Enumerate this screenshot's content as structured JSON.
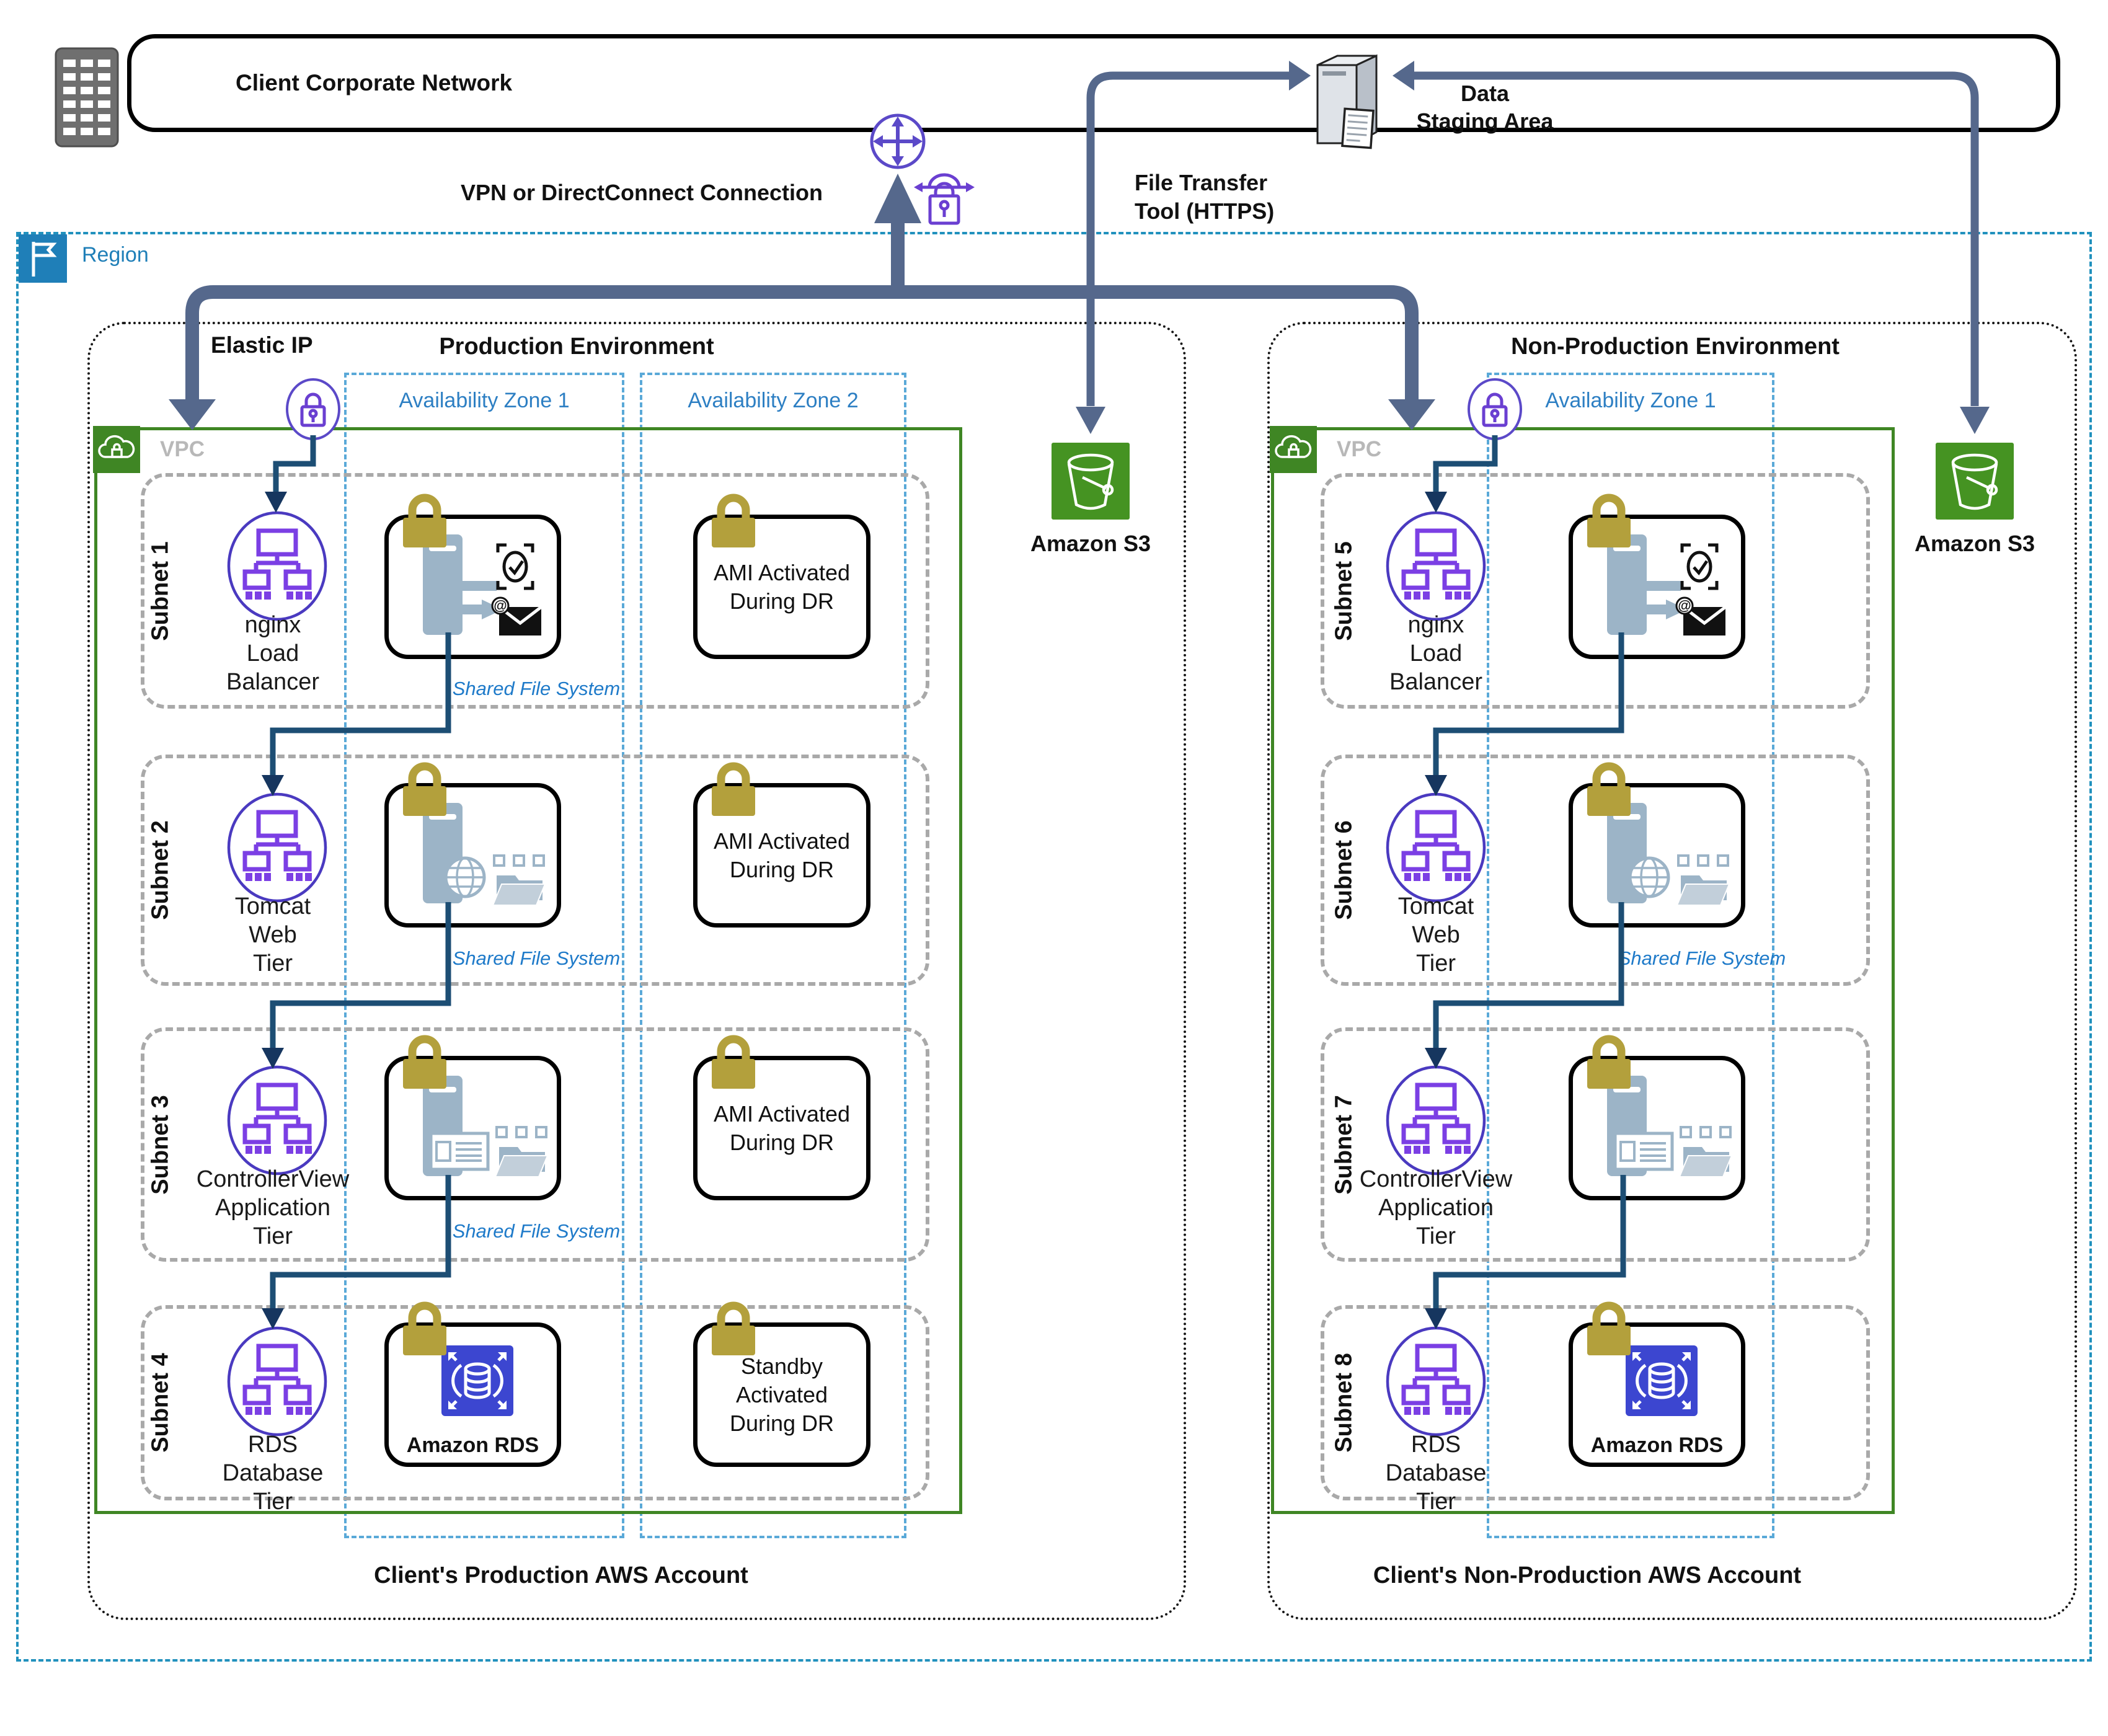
{
  "top": {
    "corporate_network_label": "Client Corporate Network",
    "vpn_connection_label": "VPN or DirectConnect Connection",
    "file_transfer_line1": "File Transfer",
    "file_transfer_line2": "Tool (HTTPS)",
    "data_staging_line1": "Data",
    "data_staging_line2": "Staging Area"
  },
  "region": {
    "label": "Region"
  },
  "palette": {
    "thick_arrow": "#55688c",
    "thin_arrow": "#1d4e74",
    "vpc_green": "#3f8624",
    "s3_green": "#459322",
    "rds_blue": "#3c46d0",
    "region_blue": "#1f7fb8",
    "az_label_blue": "#2d7fc3",
    "gold_lock": "#b3a03c",
    "shared_fs_blue": "#1e7ac9",
    "tier_icon_purple": "#7b3fe4"
  },
  "production": {
    "environment_title": "Production Environment",
    "elastic_ip_label": "Elastic IP",
    "vpc_label": "VPC",
    "availability_zones": [
      {
        "label": "Availability Zone 1"
      },
      {
        "label": "Availability Zone 2"
      }
    ],
    "s3_label": "Amazon S3",
    "account_label": "Client's Production AWS Account",
    "subnets": [
      {
        "name": "Subnet 1",
        "tier_lines": [
          "nginx",
          "Load",
          "Balancer"
        ],
        "shared_fs_label": "Shared File System",
        "dr_lines": [
          "AMI Activated",
          "During DR"
        ]
      },
      {
        "name": "Subnet 2",
        "tier_lines": [
          "Tomcat",
          "Web",
          "Tier"
        ],
        "shared_fs_label": "Shared File System",
        "dr_lines": [
          "AMI Activated",
          "During DR"
        ]
      },
      {
        "name": "Subnet 3",
        "tier_lines": [
          "ControllerView",
          "Application",
          "Tier"
        ],
        "shared_fs_label": "Shared File System",
        "dr_lines": [
          "AMI Activated",
          "During DR"
        ]
      },
      {
        "name": "Subnet 4",
        "tier_lines": [
          "RDS",
          "Database",
          "Tier"
        ],
        "rds_label": "Amazon RDS",
        "dr_lines": [
          "Standby",
          "Activated",
          "During DR"
        ]
      }
    ]
  },
  "nonproduction": {
    "environment_title": "Non-Production Environment",
    "vpc_label": "VPC",
    "availability_zones": [
      {
        "label": "Availability Zone 1"
      }
    ],
    "s3_label": "Amazon S3",
    "account_label": "Client's Non-Production AWS Account",
    "subnets": [
      {
        "name": "Subnet 5",
        "tier_lines": [
          "nginx",
          "Load",
          "Balancer"
        ]
      },
      {
        "name": "Subnet 6",
        "tier_lines": [
          "Tomcat",
          "Web",
          "Tier"
        ],
        "shared_fs_label": "Shared File System"
      },
      {
        "name": "Subnet 7",
        "tier_lines": [
          "ControllerView",
          "Application",
          "Tier"
        ]
      },
      {
        "name": "Subnet 8",
        "tier_lines": [
          "RDS",
          "Database",
          "Tier"
        ],
        "rds_label": "Amazon RDS"
      }
    ]
  }
}
